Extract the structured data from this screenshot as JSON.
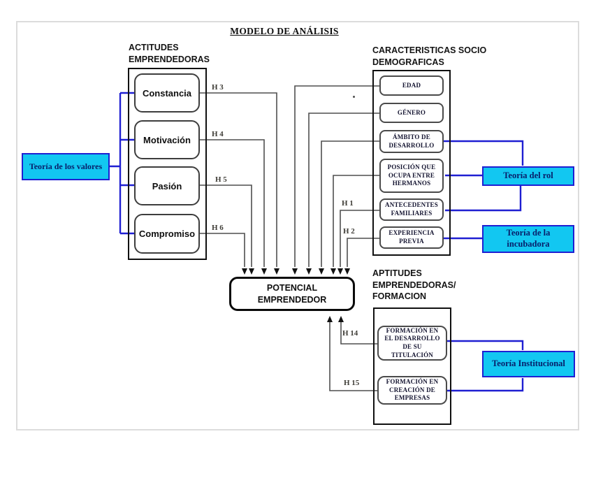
{
  "title": "MODELO DE ANÁLISIS",
  "actitudes": {
    "header": "ACTITUDES EMPRENDEDORAS",
    "items": [
      {
        "label": "Constancia",
        "hypothesis": "H 3"
      },
      {
        "label": "Motivación",
        "hypothesis": "H 4"
      },
      {
        "label": "Pasión",
        "hypothesis": "H 5"
      },
      {
        "label": "Compromiso",
        "hypothesis": "H 6"
      }
    ]
  },
  "socio": {
    "header": "CARACTERISTICAS SOCIO DEMOGRAFICAS",
    "items": [
      {
        "label": "EDAD"
      },
      {
        "label": "GÉNERO"
      },
      {
        "label": "ÁMBITO DE DESARROLLO"
      },
      {
        "label": "POSICIÓN QUE OCUPA ENTRE HERMANOS"
      },
      {
        "label": "ANTECEDENTES FAMILIARES",
        "hypothesis": "H 1"
      },
      {
        "label": "EXPERIENCIA PREVIA",
        "hypothesis": "H 2"
      }
    ]
  },
  "aptitudes": {
    "header": "APTITUDES EMPRENDEDORAS/ FORMACION",
    "items": [
      {
        "label": "FORMACIÓN EN EL DESARROLLO DE SU TITULACIÓN",
        "hypothesis": "H 14"
      },
      {
        "label": "FORMACIÓN EN CREACIÓN DE EMPRESAS",
        "hypothesis": "H 15"
      }
    ]
  },
  "central": {
    "label": "POTENCIAL EMPRENDEDOR"
  },
  "theories": {
    "valores": {
      "label": "Teoría de los valores"
    },
    "rol": {
      "label": "Teoría del rol"
    },
    "incubadora": {
      "label": "Teoría de la incubadora"
    },
    "institucional": {
      "label": "Teoría Institucional"
    }
  },
  "colors": {
    "theory_fill": "#12c7f1",
    "theory_border": "#1f1fd2",
    "theory_text": "#08206b",
    "connector_blue": "#1f1fd2",
    "connector_gray": "#4f4f4f",
    "arrow_black": "#111111"
  }
}
